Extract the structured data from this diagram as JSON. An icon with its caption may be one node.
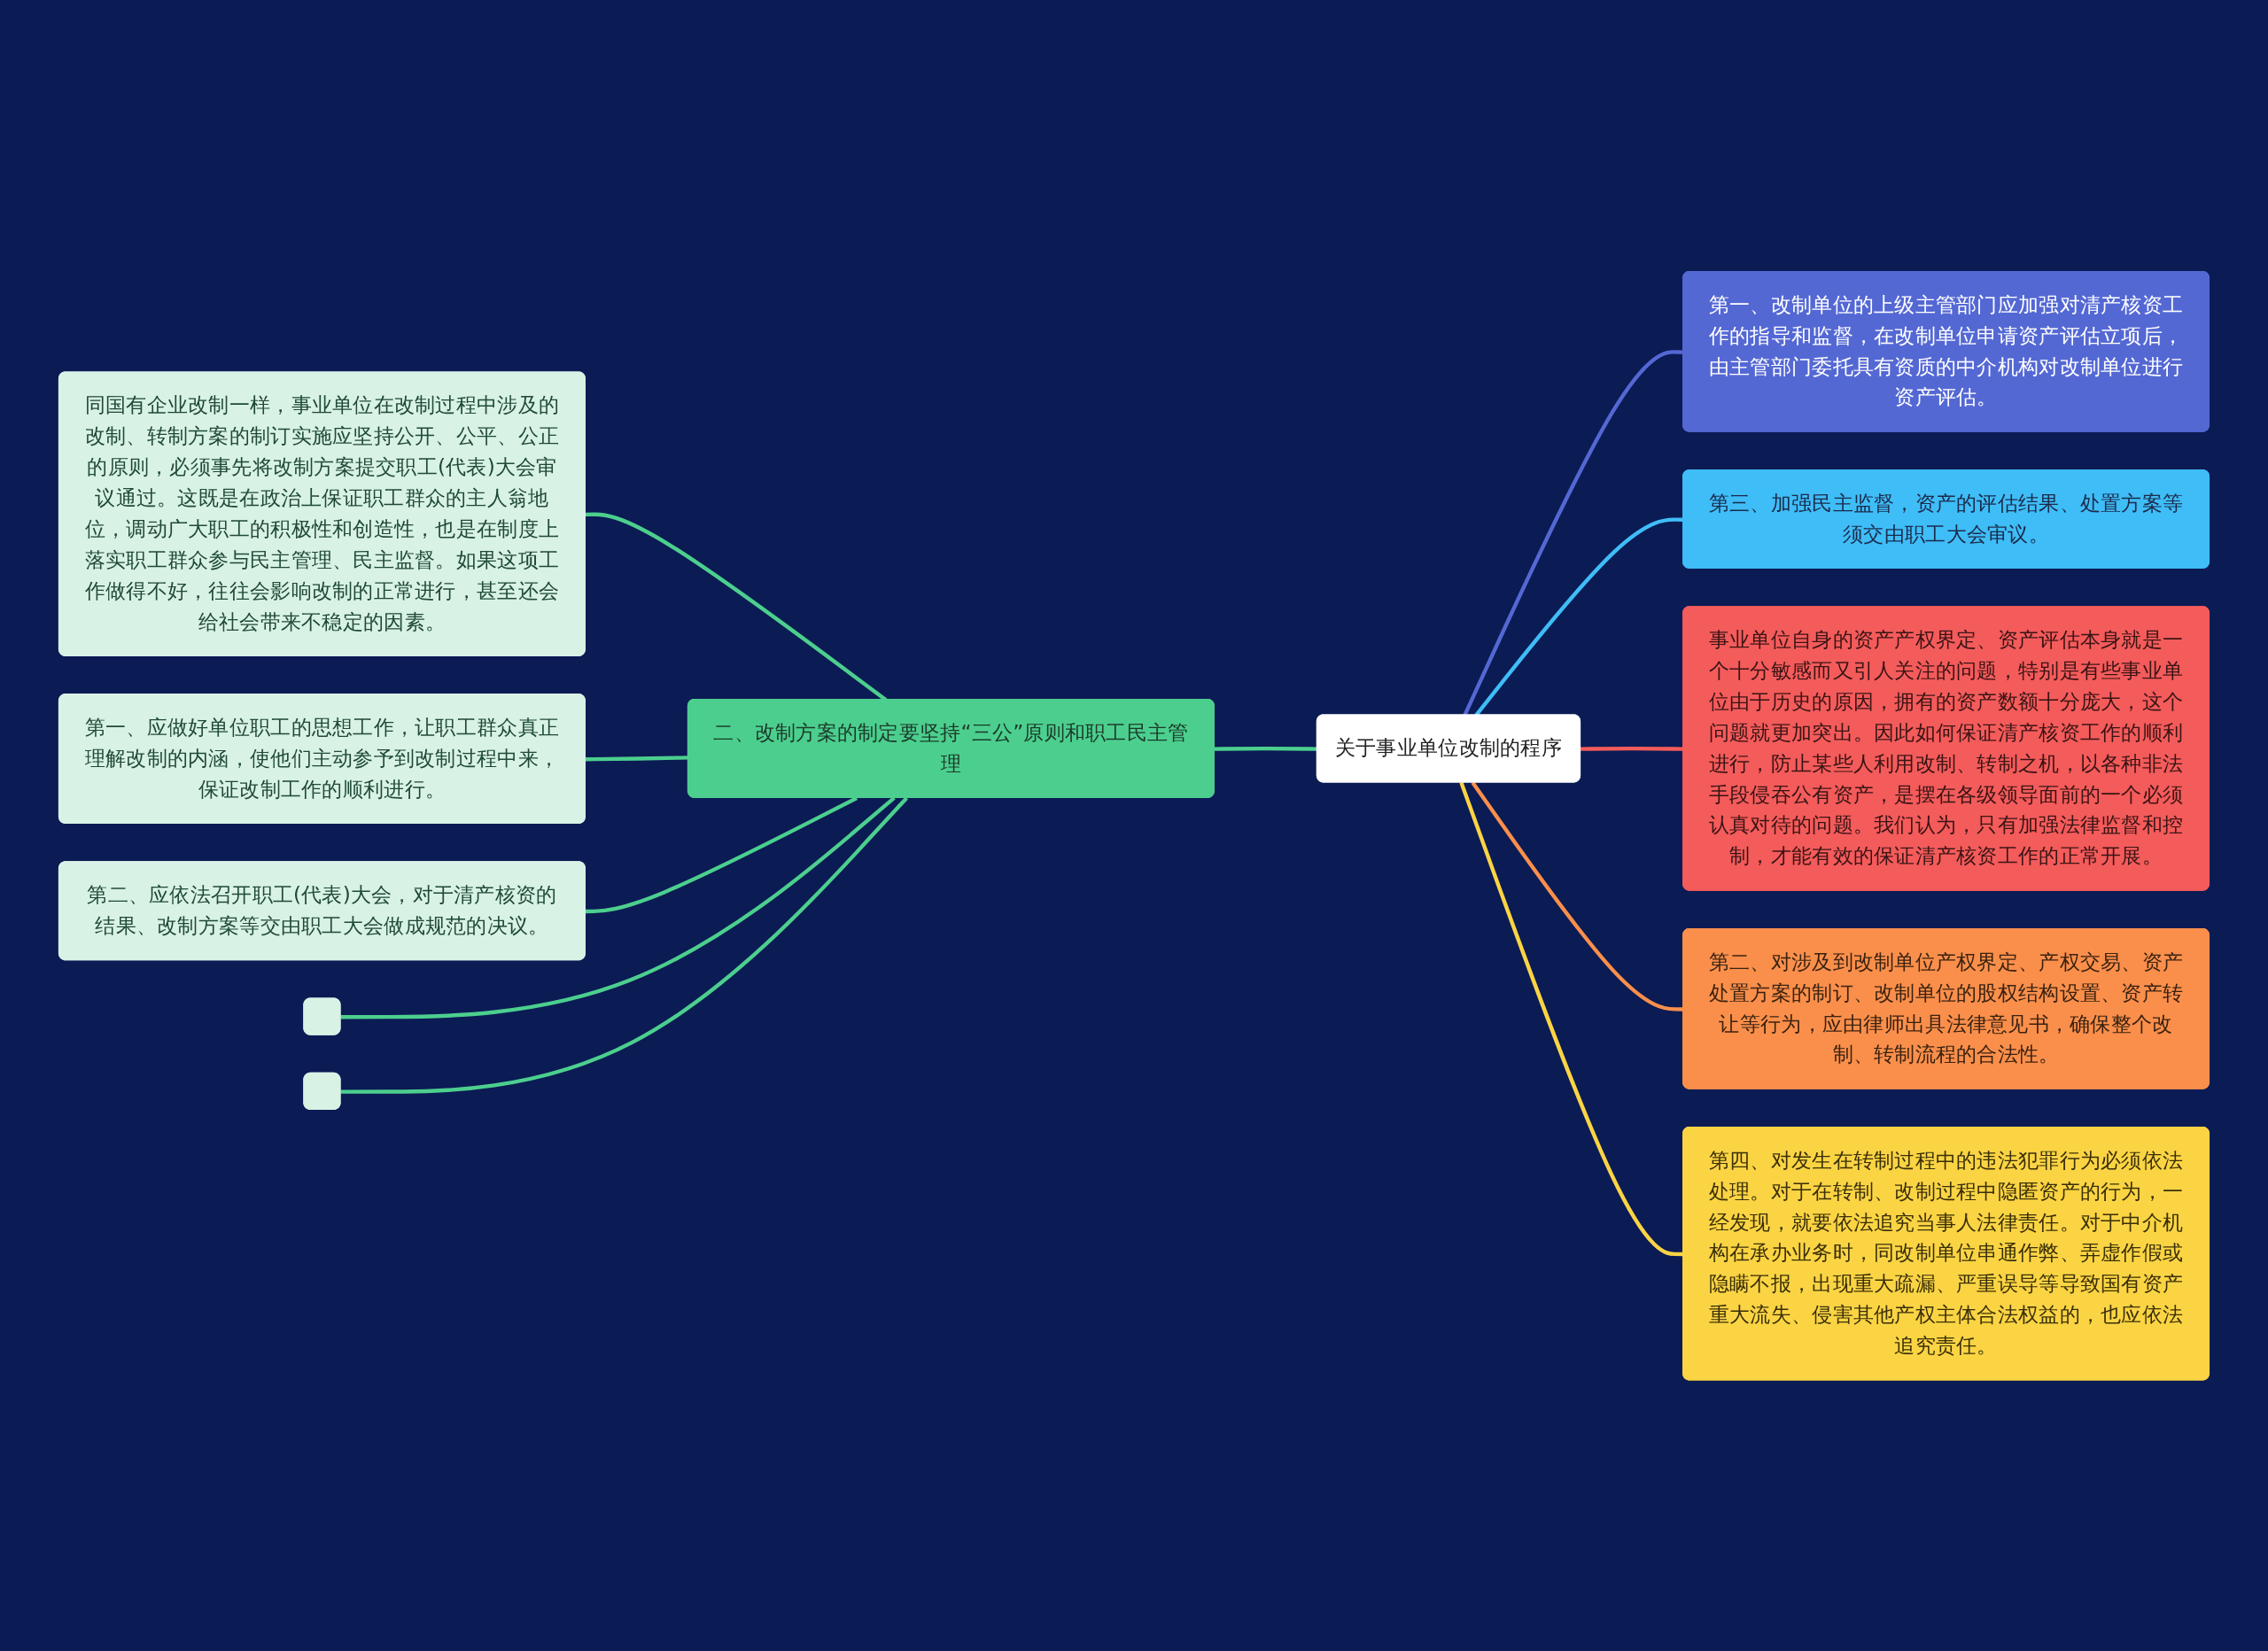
{
  "diagram": {
    "nodes": [
      {
        "text": [
          "关于事业单位改制的程序"
        ]
      },
      {
        "text": [
          "第一、改制单位的上级主管部门应加强对清产核资工作的指导和监督，在改制单位申请资产评估立项后，由主管部门委托具有资质的中介机构对改制单位进行资产评估。"
        ]
      },
      {
        "text": [
          "第三、加强民主监督，资产的评估结果、处置方案等须交由职工大会审议。"
        ]
      },
      {
        "text": [
          "二、改制方案的制定要坚持“三公”原则和职工民主管理"
        ]
      },
      {
        "text": [
          "同国有企业改制一样，事业单位在改制过程中涉及的改制、转制方案的制订实施应坚持公开、公平、公正的原则，必须事先将改制方案提交职工(代表)大会审议通过。这既是在政治上保证职工群众的主人翁地位，调动广大职工的积极性和创造性，也是在制度上落实职工群众参与民主管理、民主监督。如果这项工作做得不好，往往会影响改制的正常进行，甚至还会给社会带来不稳定的因素。"
        ]
      },
      {
        "text": [
          "第一、应做好单位职工的思想工作，让职工群众真正理解改制的内涵，使他们主动参予到改制过程中来，保证改制工作的顺利进行。"
        ]
      },
      {
        "text": [
          "第二、应依法召开职工(代表)大会，对于清产核资的结果、改制方案等交由职工大会做成规范的决议。"
        ]
      },
      {
        "text": [],
        "shape": "box"
      },
      {
        "text": [],
        "shape": "box"
      },
      {
        "text": [
          "事业单位自身的资产产权界定、资产评估本身就是一个十分敏感而又引人关注的问题，特别是有些事业单位由于历史的原因，拥有的资产数额十分庞大，这个问题就更加突出。因此如何保证清产核资工作的顺利进行，防止某些人利用改制、转制之机，以各种非法手段侵吞公有资产，是摆在各级领导面前的一个必须认真对待的问题。我们认为，只有加强法律监督和控制，才能有效的保证清产核资工作的正常开展。"
        ]
      },
      {
        "text": [
          "第二、对涉及到改制单位产权界定、产权交易、资产处置方案的制订、改制单位的股权结构设置、资产转让等行为，应由律师出具法律意见书，确保整个改制、转制流程的合法性。"
        ]
      },
      {
        "text": [
          "第四、对发生在转制过程中的违法犯罪行为必须依法处理。对于在转制、改制过程中隐匿资产的行为，一经发现，就要依法追究当事人法律责任。对于中介机构在承办业务时，同改制单位串通作弊、弄虚作假或隐瞒不报，出现重大疏漏、严重误导等导致国有资产重大流失、侵害其他产权主体合法权益的，也应依法追究责任。"
        ]
      }
    ],
    "edges": [
      {
        "from": 0,
        "to": 1,
        "arrow": "none",
        "color": "#5468d4"
      },
      {
        "from": 0,
        "to": 2,
        "arrow": "none",
        "color": "#3fbdf7"
      },
      {
        "from": 0,
        "to": 3,
        "arrow": "none"
      },
      {
        "from": 3,
        "to": 4,
        "arrow": "none"
      },
      {
        "from": 3,
        "to": 5,
        "arrow": "none"
      },
      {
        "from": 3,
        "to": 6,
        "arrow": "none"
      },
      {
        "from": 3,
        "to": 7,
        "arrow": "none"
      },
      {
        "from": 3,
        "to": 8,
        "arrow": "none"
      },
      {
        "from": 0,
        "to": 9,
        "arrow": "none",
        "color": "#f45b5b"
      },
      {
        "from": 0,
        "to": 10,
        "arrow": "none",
        "color": "#fa8f4b"
      },
      {
        "from": 0,
        "to": 11,
        "arrow": "none",
        "color": "#fbd444"
      }
    ]
  }
}
